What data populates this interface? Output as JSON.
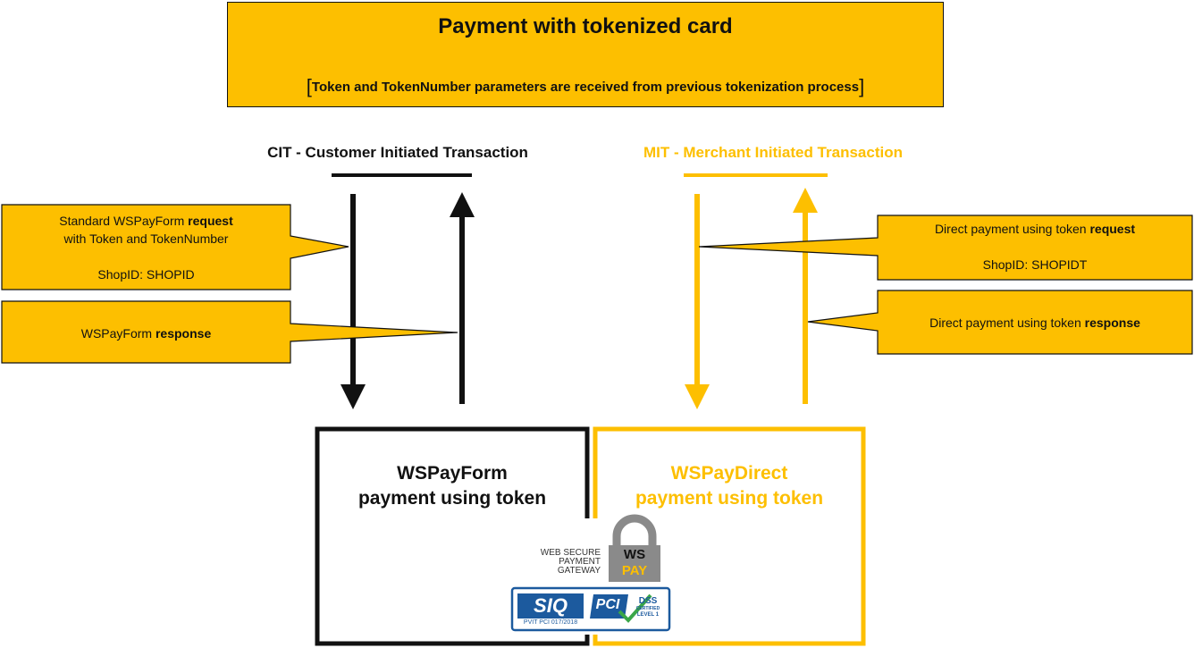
{
  "header": {
    "title": "Payment with tokenized card",
    "subtitle": "Token and TokenNumber parameters are received from previous tokenization process"
  },
  "cit": {
    "heading": "CIT - Customer Initiated Transaction",
    "request": {
      "line1_prefix": "Standard WSPayForm ",
      "line1_bold": "request",
      "line2": "with Token and TokenNumber",
      "shop": "ShopID: SHOPID"
    },
    "response": {
      "prefix": "WSPayForm ",
      "bold": "response"
    },
    "box": {
      "line1": "WSPayForm",
      "line2": "payment using token"
    }
  },
  "mit": {
    "heading": "MIT - Merchant Initiated Transaction",
    "request": {
      "prefix": "Direct payment using token ",
      "bold": "request",
      "shop": "ShopID: SHOPIDT"
    },
    "response": {
      "prefix": "Direct payment using token ",
      "bold": "response"
    },
    "box": {
      "line1": "WSPayDirect",
      "line2": "payment using token"
    }
  },
  "logos": {
    "wspay_text": [
      "WEB SECURE",
      "PAYMENT",
      "GATEWAY"
    ],
    "wspay_mark_top": "WS",
    "wspay_mark_bottom": "PAY",
    "siq": "SIQ",
    "siq_caption": "PVIT PCI 017/2018",
    "pci": "PCI",
    "dss": "DSS",
    "dss_certified": "CERTIFIED",
    "dss_level": "LEVEL 1"
  },
  "colors": {
    "accent": "#fdbf00",
    "ink": "#111111"
  }
}
